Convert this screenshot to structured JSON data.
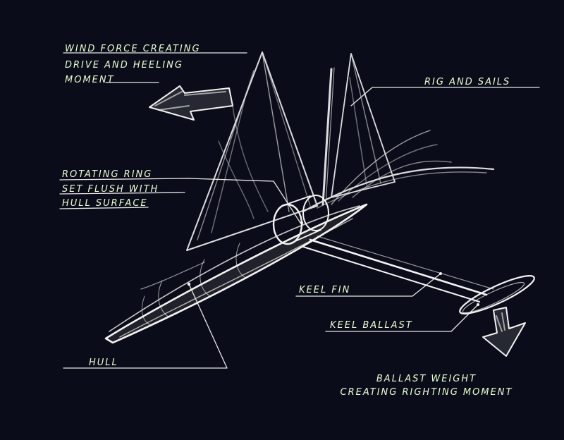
{
  "labels": {
    "wind_force": [
      "WIND FORCE CREATING",
      "DRIVE AND HEELING",
      "MOMENT"
    ],
    "rig_and_sails": "RIG AND SAILS",
    "rotating_ring": [
      "ROTATING RING",
      "SET FLUSH WITH",
      "HULL SURFACE"
    ],
    "keel_fin": "KEEL FIN",
    "keel_ballast": "KEEL BALLAST",
    "hull": "HULL",
    "ballast_weight": [
      "BALLAST WEIGHT",
      "CREATING RIGHTING MOMENT"
    ]
  },
  "colors": {
    "background": "#0b0c1a",
    "chalk": "#f2f3f0",
    "label": "#e9ffd2",
    "hull_tint": "#efe6c0"
  }
}
